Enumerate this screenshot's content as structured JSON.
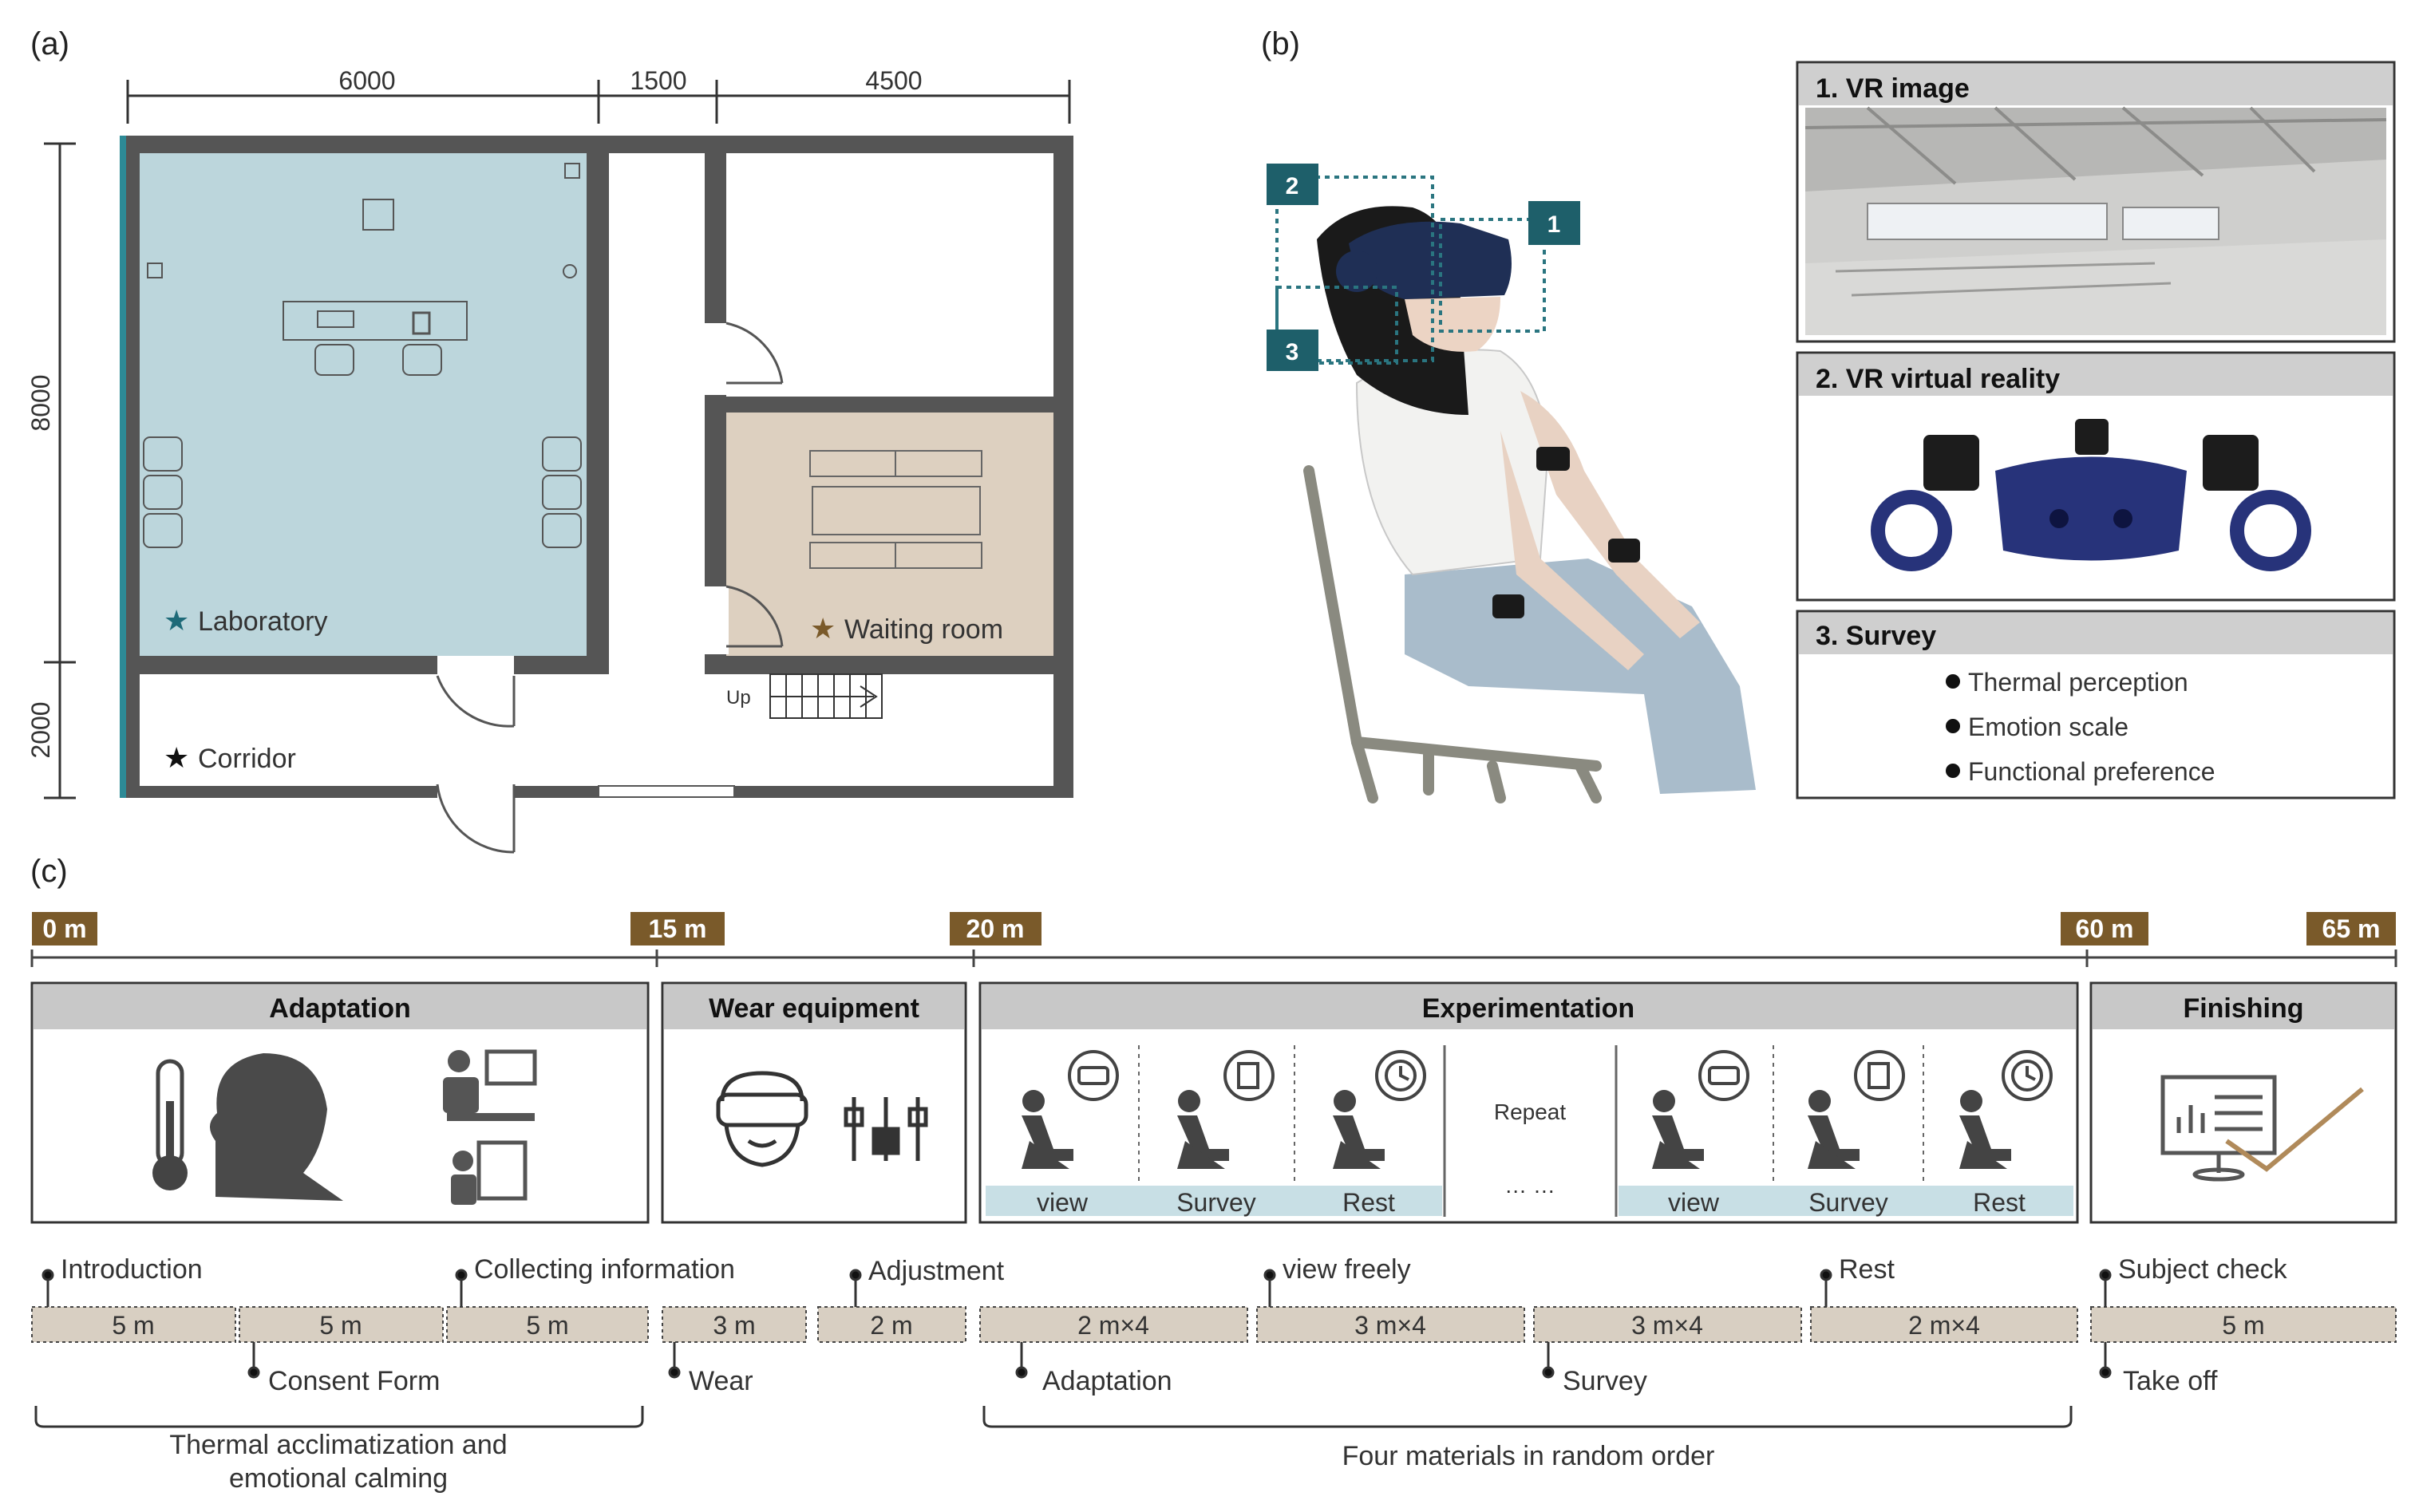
{
  "panel_labels": {
    "a": "(a)",
    "b": "(b)",
    "c": "(c)"
  },
  "floor_plan": {
    "dims": {
      "w1": "6000",
      "w2": "1500",
      "w3": "4500",
      "h1": "8000",
      "h2": "2000"
    },
    "rooms": {
      "laboratory": "Laboratory",
      "waiting": "Waiting room",
      "corridor": "Corridor"
    },
    "stairs_label": "Up",
    "colors": {
      "laboratory": "#bcd6dc",
      "waiting": "#ddd0c0",
      "wall": "#555555",
      "lab_star": "#1e6a78",
      "waiting_star": "#7a5a2a"
    }
  },
  "vr_setup": {
    "markers": [
      "1",
      "2",
      "3"
    ],
    "boxes": [
      {
        "title": "1. VR image"
      },
      {
        "title": "2. VR virtual reality"
      },
      {
        "title": "3. Survey",
        "items": [
          "Thermal perception",
          "Emotion scale",
          "Functional preference"
        ]
      }
    ],
    "colors": {
      "marker": "#1e5f6a",
      "header": "#cfcfcf"
    }
  },
  "timeline": {
    "ticks": [
      "0 m",
      "15 m",
      "20 m",
      "60 m",
      "65 m"
    ],
    "phases": {
      "adaptation": "Adaptation",
      "wear": "Wear equipment",
      "experimentation": "Experimentation",
      "finishing": "Finishing"
    },
    "exp_labels": [
      "view",
      "Survey",
      "Rest",
      "view",
      "Survey",
      "Rest"
    ],
    "repeat": "Repeat",
    "ellipsis": "… …",
    "durations": [
      "5 m",
      "5 m",
      "5 m",
      "3 m",
      "2 m",
      "2 m×4",
      "3 m×4",
      "3 m×4",
      "2 m×4",
      "5 m"
    ],
    "top_labels": [
      "Introduction",
      "Collecting information",
      "Adjustment",
      "view freely",
      "Rest",
      "Subject check"
    ],
    "bottom_labels": [
      "Consent Form",
      "Wear",
      "Adaptation",
      "Survey",
      "Take off"
    ],
    "brackets": [
      "Thermal acclimatization and",
      "emotional calming",
      "Four materials in random order"
    ],
    "colors": {
      "tick": "#7a5a2a",
      "segment": "#d8cfc2",
      "exp_label_bg": "#c8dfe5",
      "phase_header": "#c8c8c8"
    }
  }
}
